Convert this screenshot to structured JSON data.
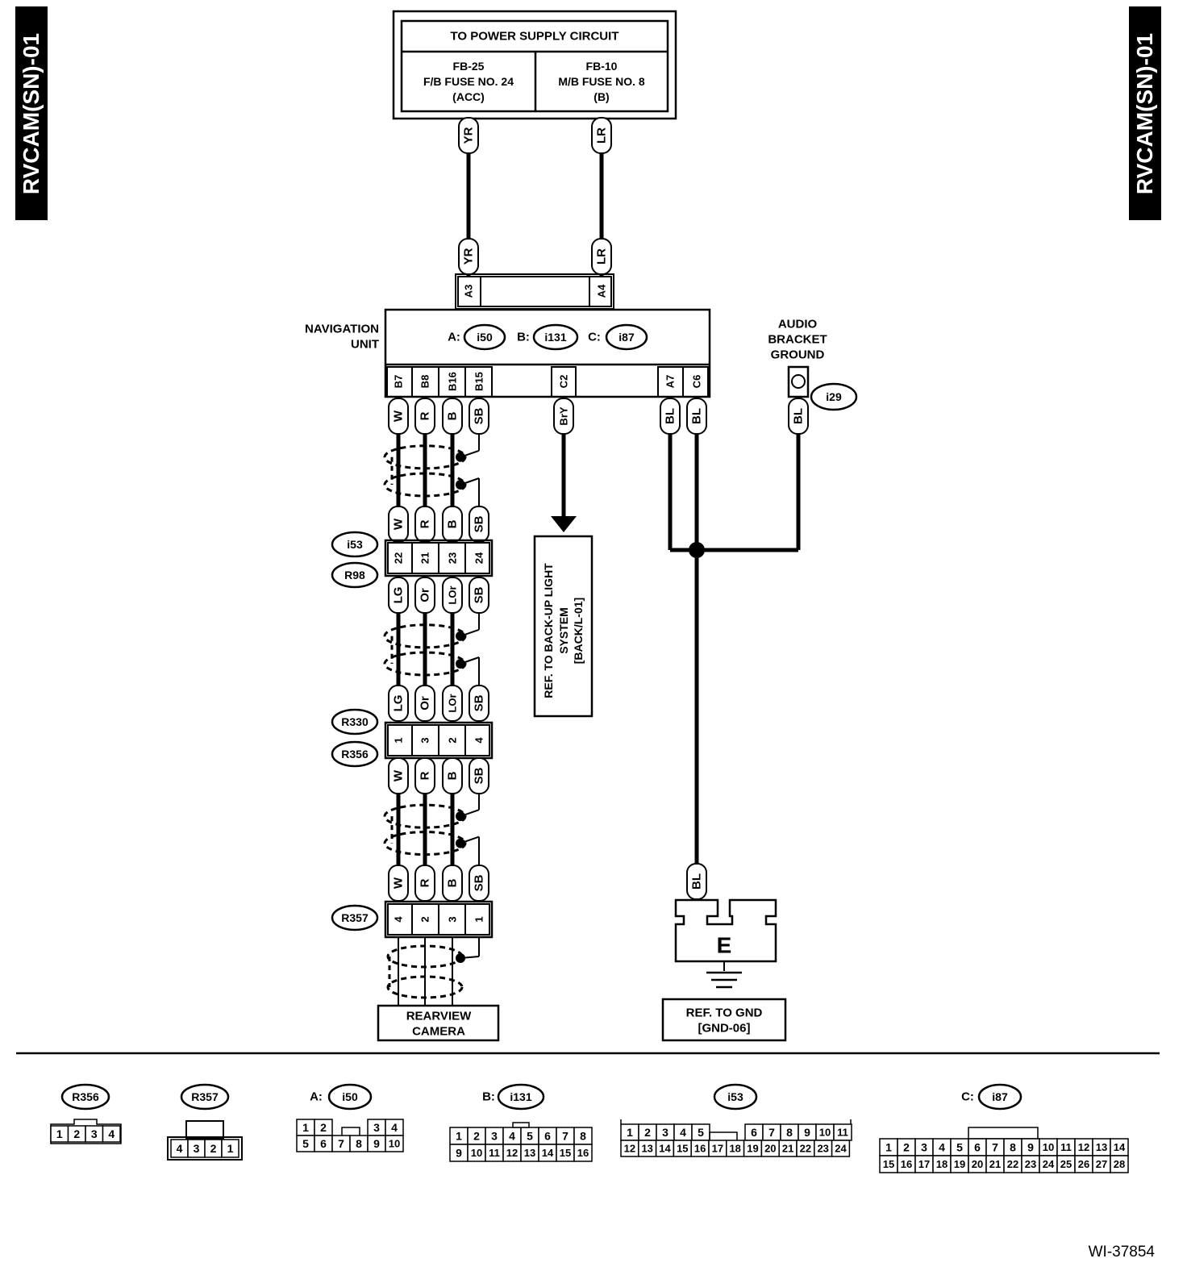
{
  "page": {
    "code": "RVCAM(SN)-01",
    "figure_id": "WI-37854"
  },
  "power_supply": {
    "title": "TO POWER SUPPLY CIRCUIT",
    "left": {
      "code": "FB-25",
      "desc": "F/B FUSE NO. 24",
      "mode": "(ACC)"
    },
    "right": {
      "code": "FB-10",
      "desc": "M/B FUSE NO. 8",
      "mode": "(B)"
    }
  },
  "supply_wires": [
    {
      "color": "YR",
      "pin": "A3"
    },
    {
      "color": "LR",
      "pin": "A4"
    }
  ],
  "navigation_unit": {
    "label_line1": "NAVIGATION",
    "label_line2": "UNIT",
    "connectors": [
      {
        "prefix": "A:",
        "id": "i50"
      },
      {
        "prefix": "B:",
        "id": "i131"
      },
      {
        "prefix": "C:",
        "id": "i87"
      }
    ],
    "bottom_pins": [
      "B7",
      "B8",
      "B16",
      "B15",
      "C2",
      "A7",
      "C6"
    ],
    "bottom_wires": [
      "W",
      "R",
      "B",
      "SB",
      "BrY",
      "BL",
      "BL"
    ]
  },
  "audio_ground": {
    "line1": "AUDIO",
    "line2": "BRACKET",
    "line3": "GROUND",
    "connector": "i29",
    "wire": "BL"
  },
  "backup_ref": {
    "line1": "REF. TO BACK-UP LIGHT",
    "line2": "SYSTEM",
    "line3": "[BACK/L-01]"
  },
  "harness": {
    "seg1_wires": [
      "W",
      "R",
      "B",
      "SB"
    ],
    "conn1": {
      "ids": [
        "i53",
        "R98"
      ],
      "pins": [
        "22",
        "21",
        "23",
        "24"
      ]
    },
    "seg2_wires": [
      "LG",
      "Or",
      "LOr",
      "SB"
    ],
    "seg2b_wires": [
      "LG",
      "Or",
      "LOr",
      "SB"
    ],
    "conn2": {
      "ids": [
        "R330",
        "R356"
      ],
      "pins": [
        "1",
        "3",
        "2",
        "4"
      ]
    },
    "seg3_wires": [
      "W",
      "R",
      "B",
      "SB"
    ],
    "seg3b_wires": [
      "W",
      "R",
      "B",
      "SB"
    ],
    "conn3": {
      "ids": [
        "R357"
      ],
      "pins": [
        "4",
        "2",
        "3",
        "1"
      ]
    },
    "camera": {
      "line1": "REARVIEW",
      "line2": "CAMERA"
    }
  },
  "ground_point": {
    "wire": "BL",
    "label": "E",
    "ref_line1": "REF. TO GND",
    "ref_line2": "[GND-06]"
  },
  "connector_views": [
    {
      "id": "R356",
      "rows": [
        [
          "1",
          "2",
          "3",
          "4"
        ]
      ]
    },
    {
      "id": "R357",
      "rows": [
        [
          "4",
          "3",
          "2",
          "1"
        ]
      ]
    },
    {
      "prefix": "A:",
      "id": "i50",
      "rows": [
        [
          "1",
          "2",
          "",
          "3",
          "4"
        ],
        [
          "5",
          "6",
          "7",
          "8",
          "9",
          "10"
        ]
      ]
    },
    {
      "prefix": "B:",
      "id": "i131",
      "rows": [
        [
          "1",
          "2",
          "3",
          "4",
          "5",
          "6",
          "7",
          "8"
        ],
        [
          "9",
          "10",
          "11",
          "12",
          "13",
          "14",
          "15",
          "16"
        ]
      ]
    },
    {
      "id": "i53",
      "rows": [
        [
          "1",
          "2",
          "3",
          "4",
          "5",
          "",
          "6",
          "7",
          "8",
          "9",
          "10",
          "11"
        ],
        [
          "12",
          "13",
          "14",
          "15",
          "16",
          "17",
          "18",
          "19",
          "20",
          "21",
          "22",
          "23",
          "24"
        ]
      ]
    },
    {
      "prefix": "C:",
      "id": "i87",
      "rows": [
        [
          "1",
          "2",
          "3",
          "4",
          "5",
          "6",
          "7",
          "8",
          "9",
          "10",
          "11",
          "12",
          "13",
          "14"
        ],
        [
          "15",
          "16",
          "17",
          "18",
          "19",
          "20",
          "21",
          "22",
          "23",
          "24",
          "25",
          "26",
          "27",
          "28"
        ]
      ]
    }
  ]
}
